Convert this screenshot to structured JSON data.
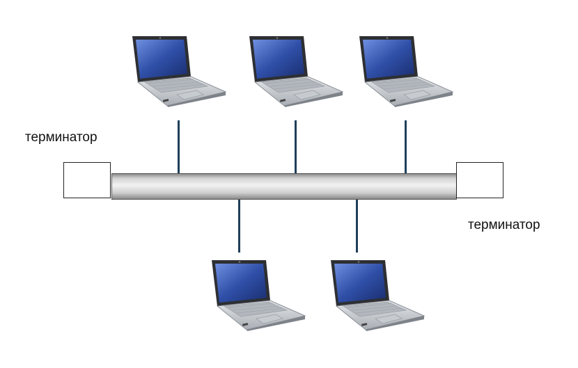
{
  "diagram": {
    "terminators": [
      {
        "label": "терминатор"
      },
      {
        "label": "терминатор"
      }
    ],
    "colors": {
      "bus_light": "#f2f2f2",
      "bus_dark": "#8a8a8a",
      "link": "#1f3f5a",
      "laptop_screen": "#2f4fa8",
      "laptop_body": "#c9ced4"
    },
    "nodes": [
      {
        "icon": "laptop-icon",
        "side": "top"
      },
      {
        "icon": "laptop-icon",
        "side": "top"
      },
      {
        "icon": "laptop-icon",
        "side": "top"
      },
      {
        "icon": "laptop-icon",
        "side": "bottom"
      },
      {
        "icon": "laptop-icon",
        "side": "bottom"
      }
    ]
  }
}
